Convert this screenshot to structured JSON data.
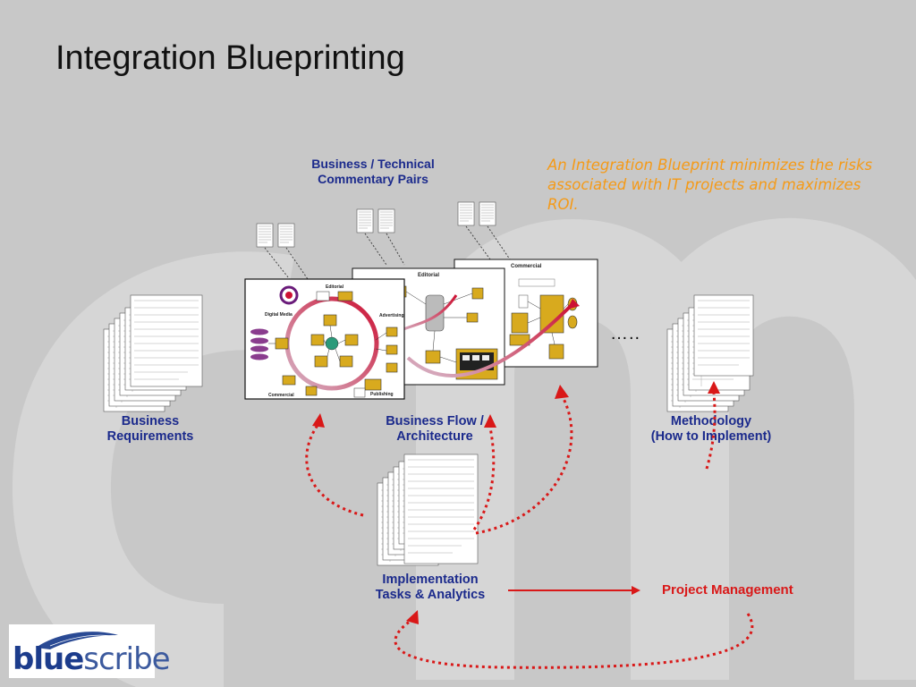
{
  "slide": {
    "title": "Integration Blueprinting",
    "labels": {
      "business_technical": [
        "Business / Technical",
        "Commentary Pairs"
      ],
      "business_requirements": [
        "Business",
        "Requirements"
      ],
      "business_flow": [
        "Business Flow /",
        "Architecture"
      ],
      "methodology": [
        "Methodology",
        "(How to Implement)"
      ],
      "implementation": [
        "Implementation",
        "Tasks & Analytics"
      ],
      "project_management": "Project Management"
    },
    "quote": "An Integration Blueprint minimizes the risks associated with IT projects and maximizes ROI.",
    "ellipsis": "…..",
    "diagram_titles": {
      "front": "Digital Media",
      "front_top": "Editorial",
      "front_right": "Advertising",
      "front_bottom": "Commercial",
      "front_bottom_right": "Publishing",
      "middle": "Editorial",
      "back": "Commercial"
    },
    "logo": {
      "part1": "blue",
      "part2": "scribe"
    },
    "colors": {
      "label_blue": "#1b2a8c",
      "quote_orange": "#f59a17",
      "arrow_red": "#d91818",
      "diagram_gold": "#d8aa1e"
    }
  }
}
